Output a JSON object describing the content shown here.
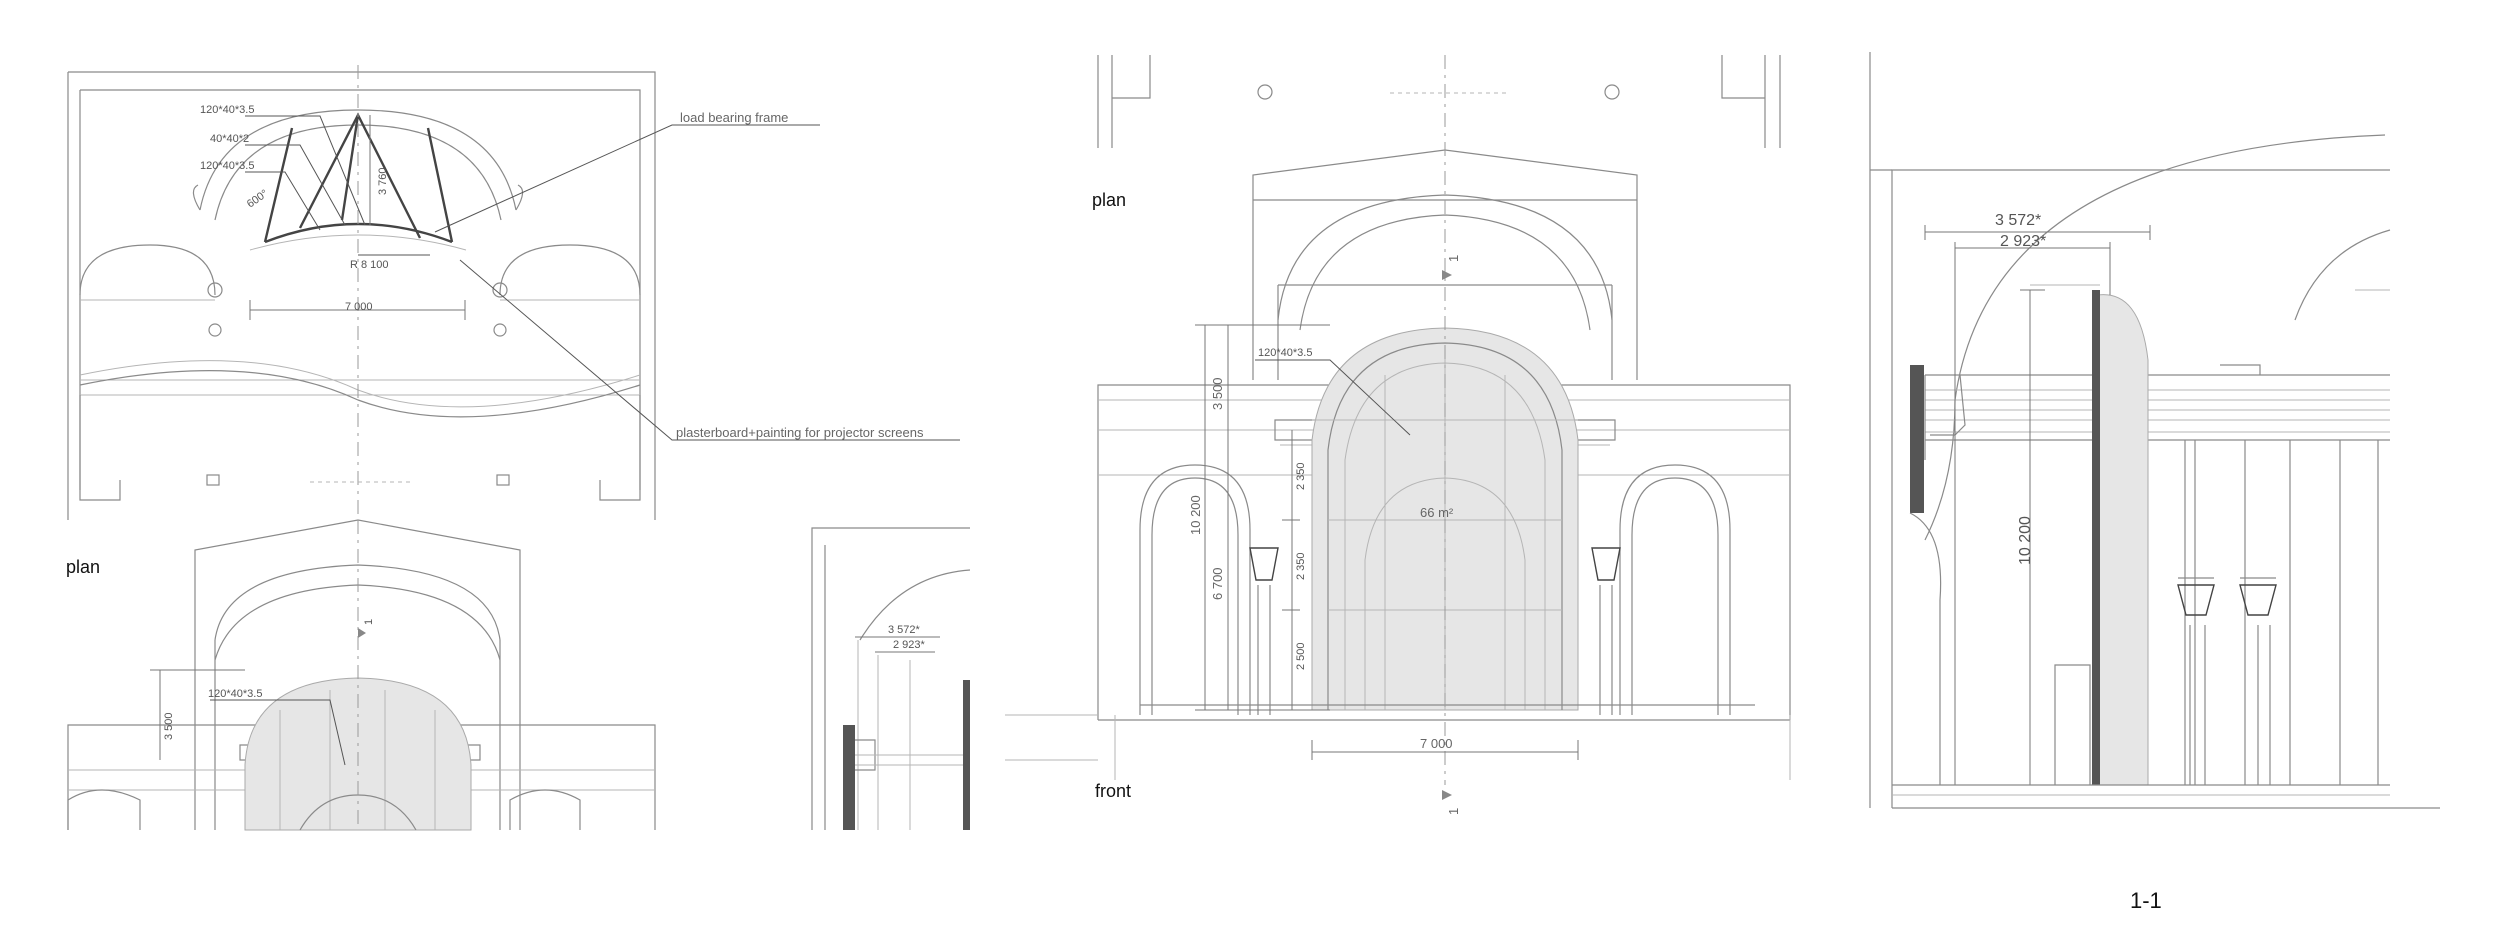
{
  "labels": {
    "plan": "plan",
    "front": "front",
    "section": "1-1",
    "section_mark": "1"
  },
  "annotations": {
    "load_bearing_frame": "load bearing frame",
    "plasterboard": "plasterboard+painting for projector screens",
    "profile_a": "120*40*3.5",
    "profile_b": "40*40*2",
    "profile_c": "120*40*3.5",
    "profile_front": "120*40*3.5",
    "angle": "600°"
  },
  "dimensions": {
    "radius": "R 8 100",
    "width": "7 000",
    "frame_height": "3 760",
    "top_height": "3 500",
    "total_height": "10 200",
    "lower_height": "6 700",
    "area": "66 m²",
    "panel_1": "2 350",
    "panel_2": "2 350",
    "panel_3": "2 500",
    "sect_w1": "3 572*",
    "sect_w2": "2 923*",
    "sect_height": "10 200"
  }
}
